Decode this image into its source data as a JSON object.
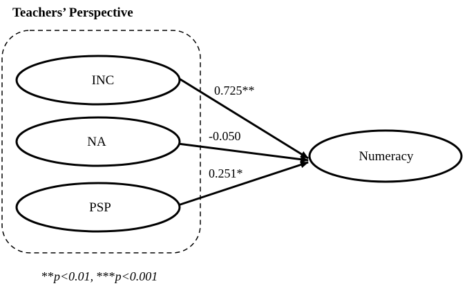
{
  "title": "Teachers’ Perspective",
  "nodes": {
    "inc": "INC",
    "na": "NA",
    "psp": "PSP",
    "numeracy": "Numeracy"
  },
  "edges": {
    "inc_to_numeracy": "0.725**",
    "na_to_numeracy": "-0.050",
    "psp_to_numeracy": "0.251*"
  },
  "footnote": {
    "part1_stars": "**",
    "part1_italic": "p<0.01,",
    "part2_stars": " ***",
    "part2_italic": "p<0.001"
  }
}
